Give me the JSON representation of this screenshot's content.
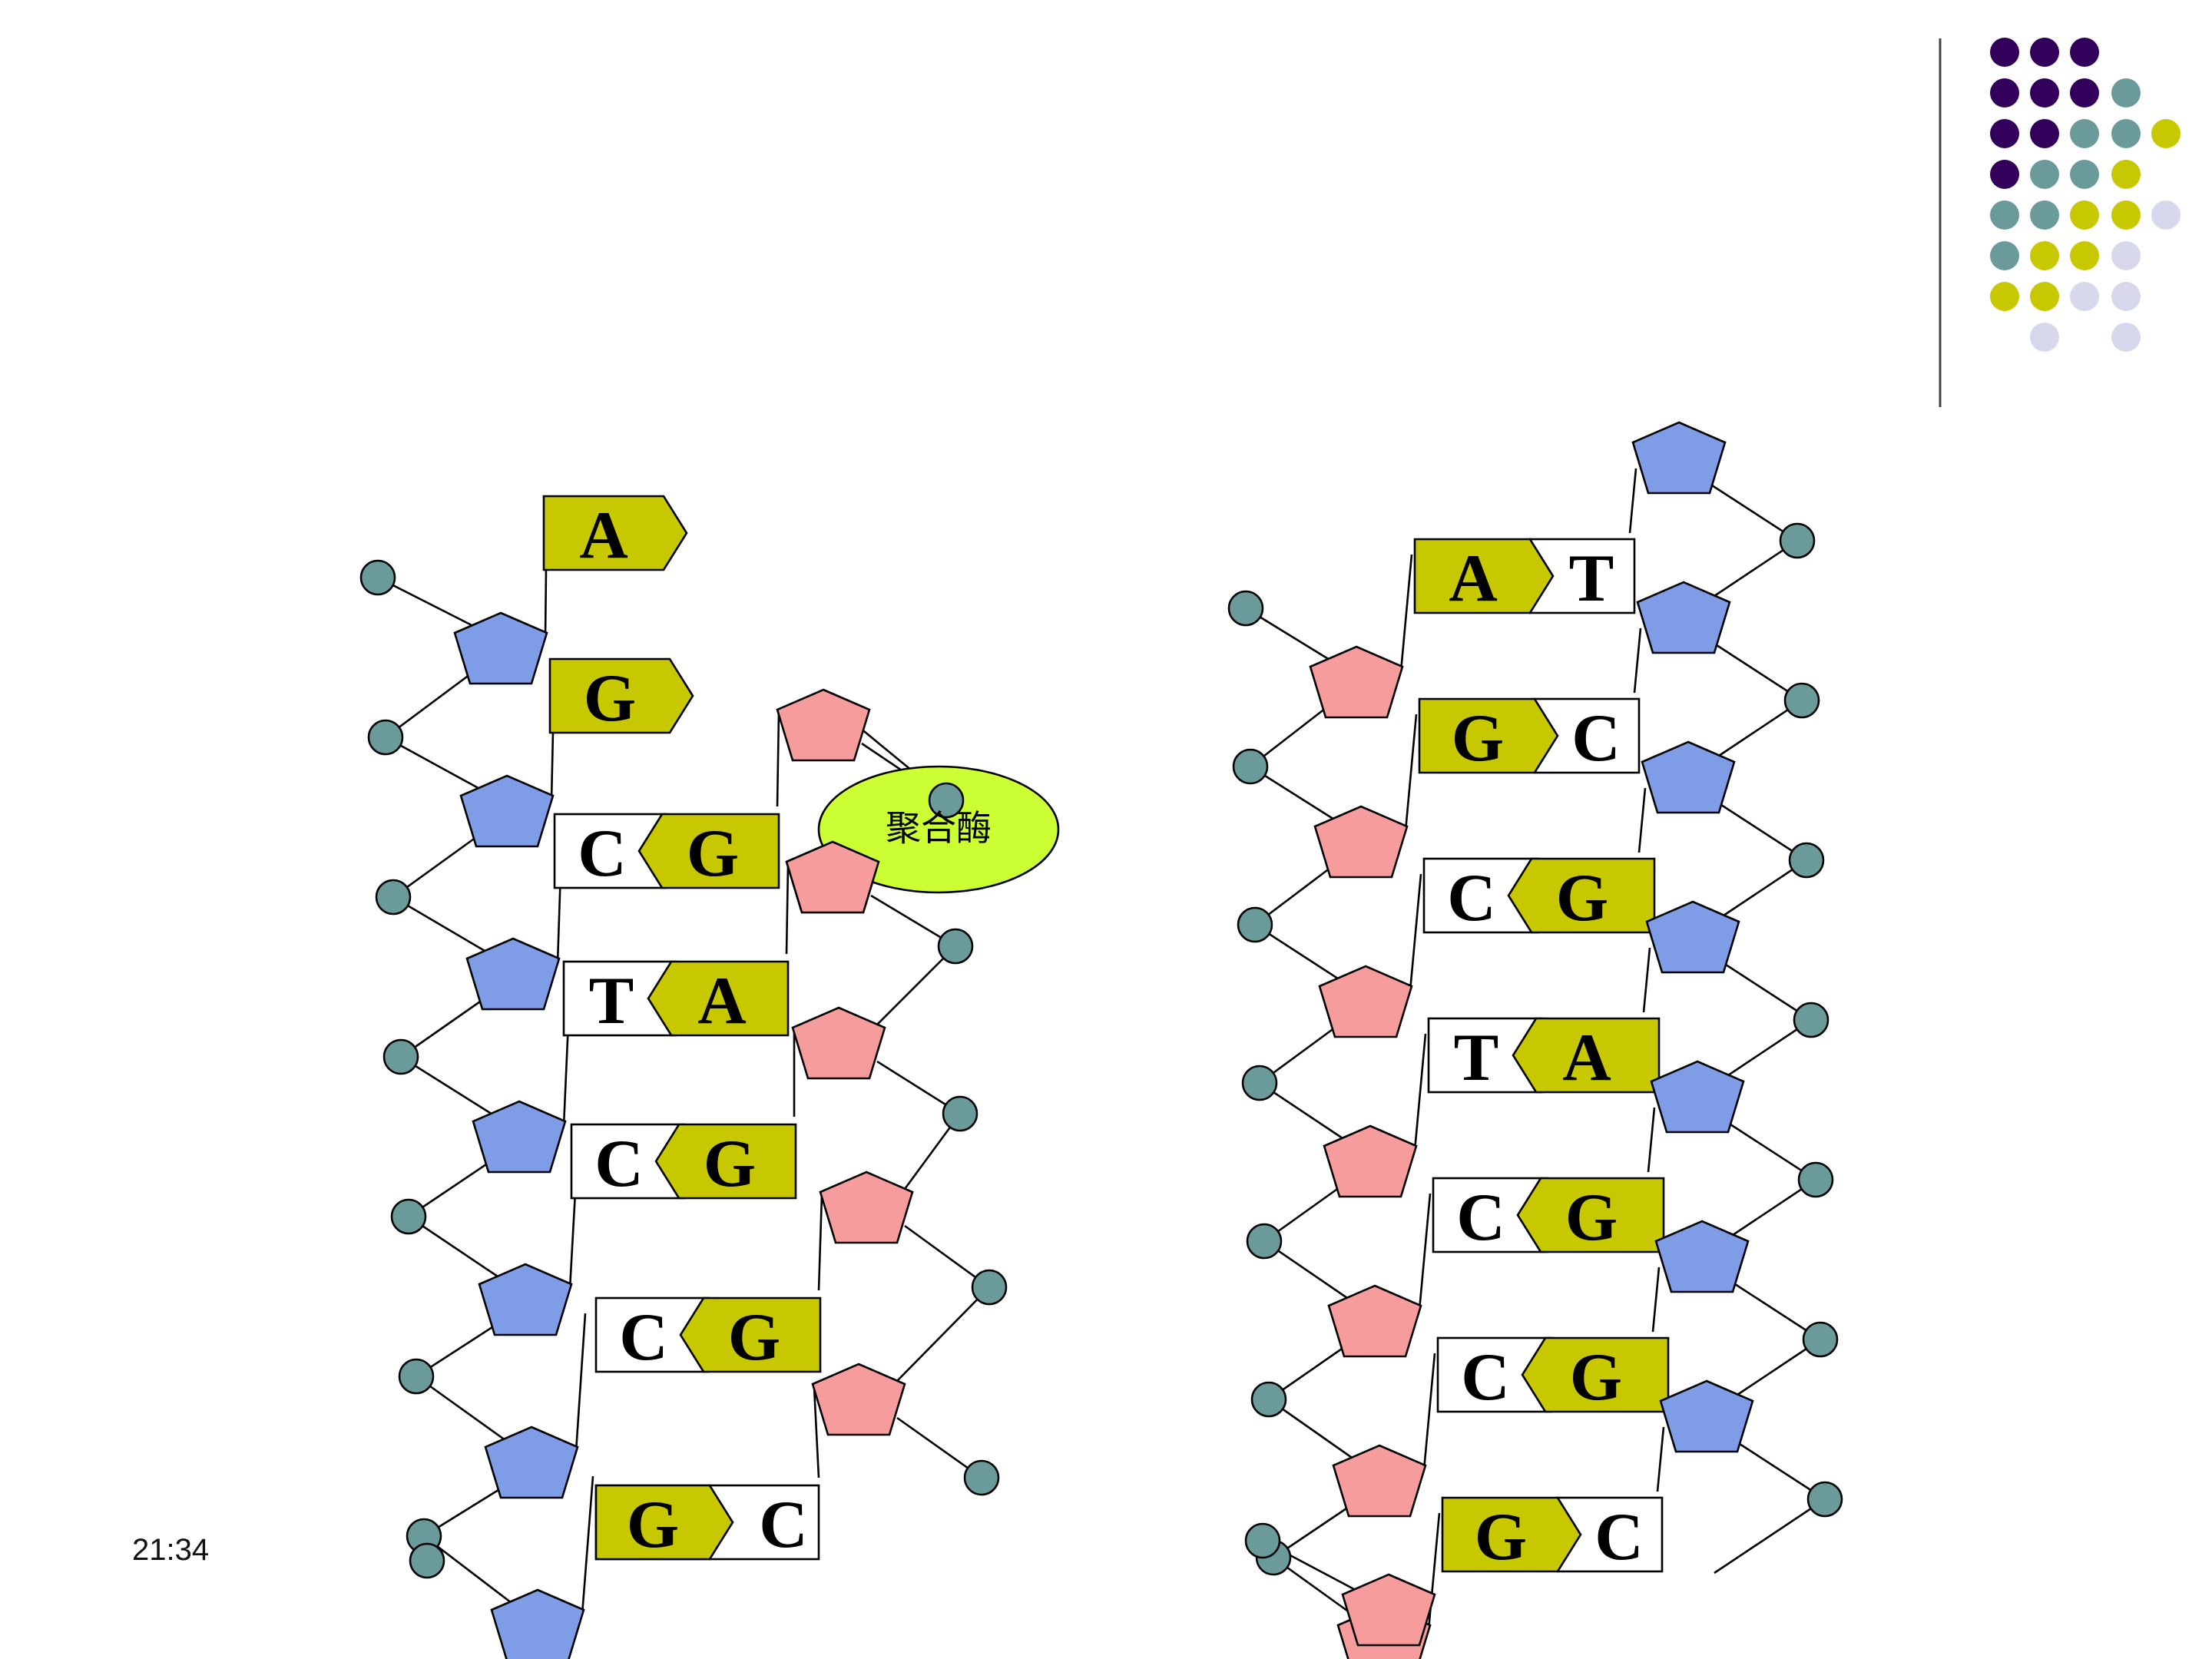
{
  "slide": {
    "timestamp": "21:34",
    "enzyme_label": "聚合酶"
  },
  "colors": {
    "phosphate": "#6a9a9a",
    "template_sugar": "#7f9ce6",
    "new_sugar": "#f79c9c",
    "base_fill": "#c8c800",
    "enzyme_fill": "#ccff33",
    "divider": "#444444"
  },
  "left_strand": {
    "unpaired_bases": [
      "A",
      "G"
    ],
    "pairs": [
      {
        "template": "C",
        "new": "G"
      },
      {
        "template": "T",
        "new": "A"
      },
      {
        "template": "C",
        "new": "G"
      },
      {
        "template": "C",
        "new": "G"
      },
      {
        "template": "G",
        "new": "C"
      }
    ]
  },
  "right_strand": {
    "pairs": [
      {
        "left": "A",
        "right": "T"
      },
      {
        "left": "G",
        "right": "C"
      },
      {
        "left": "C",
        "right": "G"
      },
      {
        "left": "T",
        "right": "A"
      },
      {
        "left": "C",
        "right": "G"
      },
      {
        "left": "C",
        "right": "G"
      },
      {
        "left": "G",
        "right": "C"
      }
    ]
  }
}
